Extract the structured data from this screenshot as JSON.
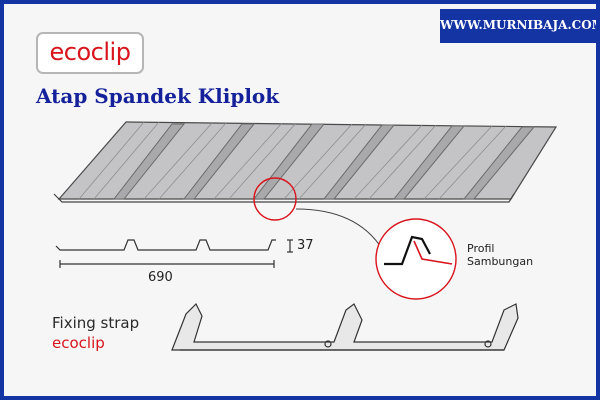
{
  "brand": {
    "logo_text": "ecoclip",
    "logo_color": "#d8141c"
  },
  "title": "Atap Spandek Kliplok",
  "website": "WWW.MURNIBAJA.COM",
  "dimensions": {
    "height": "37",
    "width": "690"
  },
  "detail_label": {
    "line1": "Profil",
    "line2": "Sambungan"
  },
  "fixing": {
    "label": "Fixing strap",
    "brand": "ecoclip"
  },
  "colors": {
    "frame": "#1434a4",
    "title": "#14219a",
    "accent_red": "#d8141c",
    "sheet": "#c4c4c6"
  }
}
